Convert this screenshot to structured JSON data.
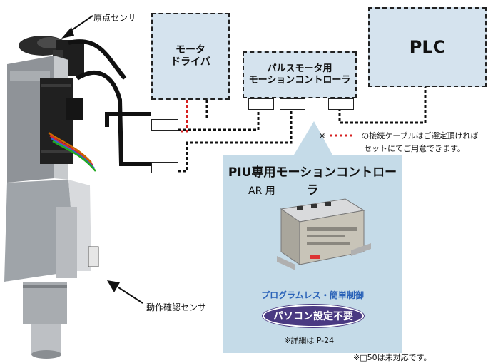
{
  "labels": {
    "origin_sensor": "原点センサ",
    "motion_sensor": "動作確認センサ"
  },
  "boxes": {
    "motor_driver": {
      "line1": "モータ",
      "line2": "ドライバ"
    },
    "pulse_controller": {
      "line1": "パルスモータ用",
      "line2": "モーションコントローラ"
    },
    "plc": {
      "label": "PLC"
    }
  },
  "note": {
    "prefix": "※",
    "suffix": "の接続ケーブルはご選定頂ければ",
    "line2": "セットにてご用意できます。"
  },
  "panel": {
    "title": "PIU専用モーションコントローラ",
    "subtitle": "AR 用",
    "tagline": "プログラムレス・簡単制御",
    "badge": "パソコン設定不要",
    "detail": "※詳細は P-24"
  },
  "footnote": "※□50は未対応です。",
  "colors": {
    "box_fill": "#d5e3ee",
    "panel_fill": "#c5dbe8",
    "accent_red": "#d62020",
    "tagline_blue": "#2a62b8",
    "badge_purple": "#4a3a82"
  }
}
